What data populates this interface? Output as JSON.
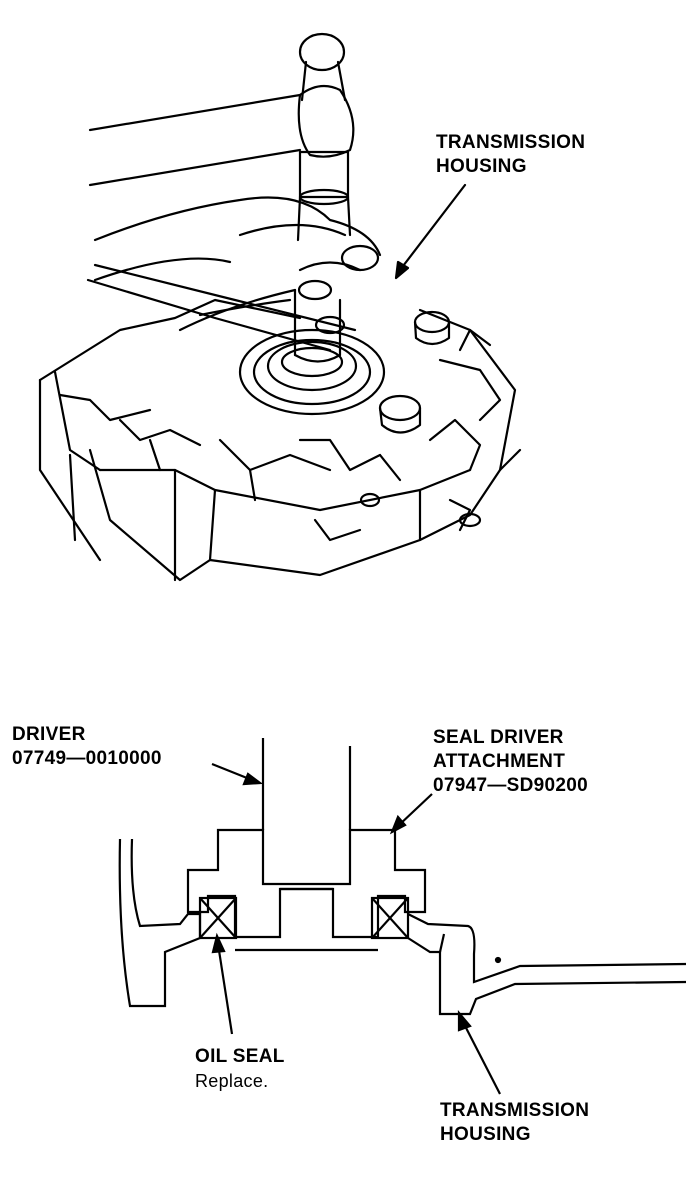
{
  "top_figure": {
    "labels": {
      "housing_line1": "TRANSMISSION",
      "housing_line2": "HOUSING"
    }
  },
  "bottom_figure": {
    "labels": {
      "driver_line1": "DRIVER",
      "driver_line2": "07749—0010000",
      "attachment_line1": "SEAL DRIVER",
      "attachment_line2": "ATTACHMENT",
      "attachment_line3": "07947—SD90200",
      "oil_seal_line1": "OIL SEAL",
      "oil_seal_line2": "Replace.",
      "housing_line1": "TRANSMISSION",
      "housing_line2": "HOUSING"
    }
  },
  "colors": {
    "ink": "#000000",
    "paper": "#ffffff"
  }
}
